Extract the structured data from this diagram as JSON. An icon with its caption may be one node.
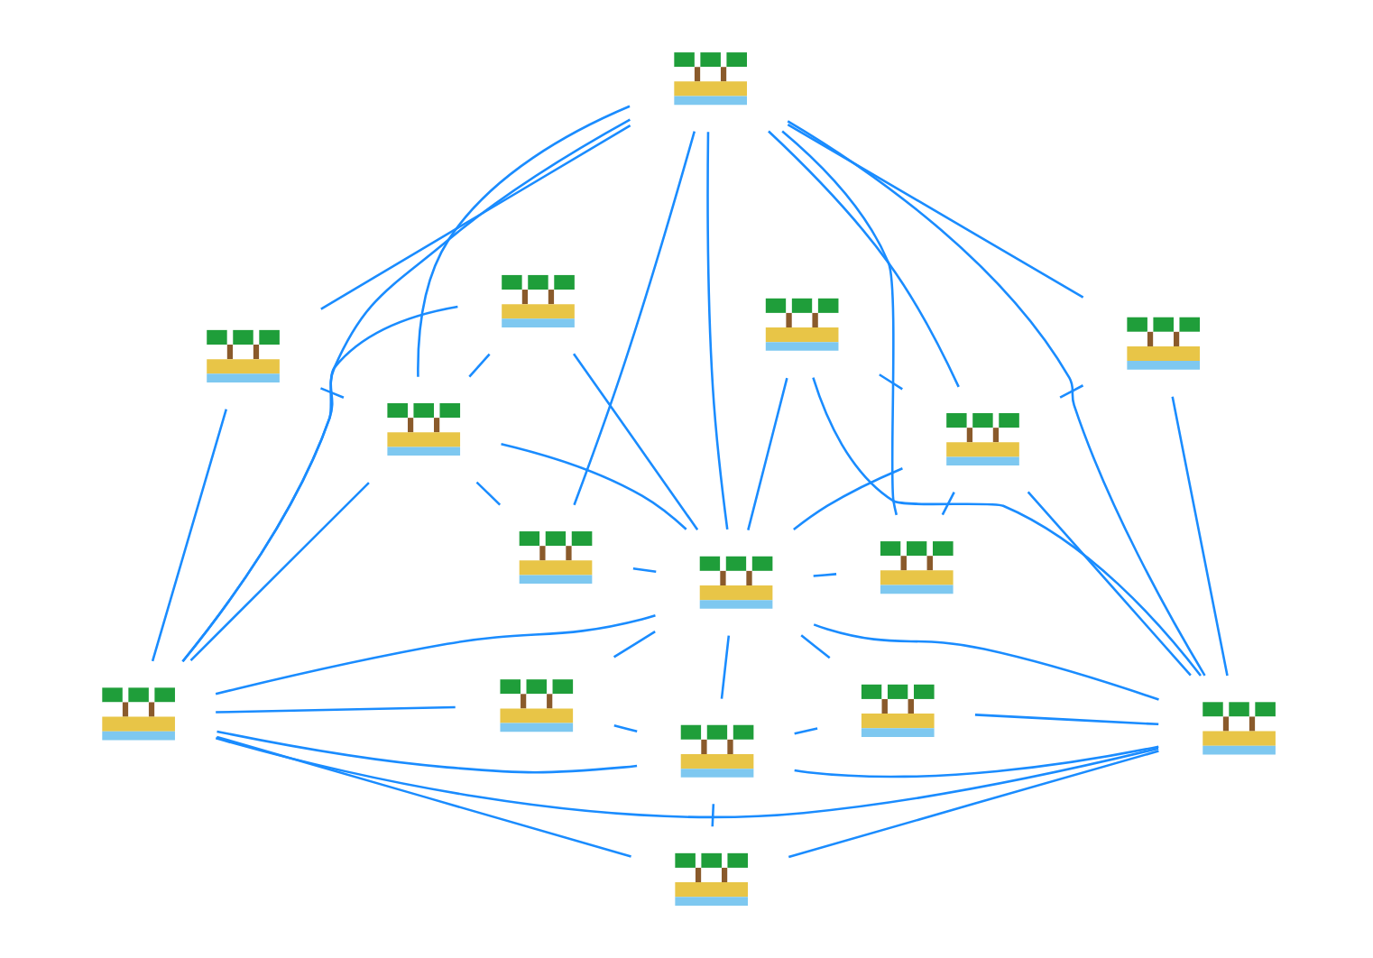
{
  "diagram": {
    "nodes": [
      {
        "text": [],
        "shape": "picture"
      },
      {
        "text": [],
        "shape": "picture"
      },
      {
        "text": [],
        "shape": "picture"
      },
      {
        "text": [],
        "shape": "picture"
      },
      {
        "text": [],
        "shape": "picture"
      },
      {
        "text": [],
        "shape": "picture"
      },
      {
        "text": [],
        "shape": "picture"
      },
      {
        "text": [],
        "shape": "picture"
      },
      {
        "text": [],
        "shape": "picture"
      },
      {
        "text": [],
        "shape": "picture"
      },
      {
        "text": [],
        "shape": "picture"
      },
      {
        "text": [],
        "shape": "picture"
      },
      {
        "text": [],
        "shape": "picture"
      },
      {
        "text": [],
        "shape": "picture"
      },
      {
        "text": [],
        "shape": "picture"
      },
      {
        "text": [],
        "shape": "picture"
      }
    ],
    "edges": [
      {
        "from": 0,
        "to": 1,
        "arrow": "none"
      },
      {
        "from": 0,
        "to": 2,
        "arrow": "none"
      },
      {
        "from": 0,
        "to": 3,
        "arrow": "none"
      },
      {
        "from": 0,
        "to": 4,
        "arrow": "none"
      },
      {
        "from": 0,
        "to": 6,
        "arrow": "none"
      },
      {
        "from": 0,
        "to": 7,
        "arrow": "none"
      },
      {
        "from": 0,
        "to": 9,
        "arrow": "none"
      },
      {
        "from": 0,
        "to": 11,
        "arrow": "none"
      },
      {
        "from": 0,
        "to": 15,
        "arrow": "none"
      },
      {
        "from": 1,
        "to": 2,
        "arrow": "none"
      },
      {
        "from": 1,
        "to": 3,
        "arrow": "none"
      },
      {
        "from": 1,
        "to": 5,
        "arrow": "none"
      },
      {
        "from": 1,
        "to": 7,
        "arrow": "none"
      },
      {
        "from": 1,
        "to": 8,
        "arrow": "none"
      },
      {
        "from": 1,
        "to": 10,
        "arrow": "none"
      },
      {
        "from": 1,
        "to": 14,
        "arrow": "none"
      },
      {
        "from": 1,
        "to": 15,
        "arrow": "none"
      },
      {
        "from": 2,
        "to": 3,
        "arrow": "none"
      },
      {
        "from": 3,
        "to": 4,
        "arrow": "none"
      },
      {
        "from": 3,
        "to": 5,
        "arrow": "none"
      },
      {
        "from": 3,
        "to": 7,
        "arrow": "none"
      },
      {
        "from": 4,
        "to": 7,
        "arrow": "none"
      },
      {
        "from": 5,
        "to": 7,
        "arrow": "none"
      },
      {
        "from": 6,
        "to": 7,
        "arrow": "none"
      },
      {
        "from": 6,
        "to": 9,
        "arrow": "none"
      },
      {
        "from": 7,
        "to": 8,
        "arrow": "none"
      },
      {
        "from": 7,
        "to": 9,
        "arrow": "none"
      },
      {
        "from": 7,
        "to": 10,
        "arrow": "none"
      },
      {
        "from": 7,
        "to": 12,
        "arrow": "none"
      },
      {
        "from": 7,
        "to": 13,
        "arrow": "none"
      },
      {
        "from": 7,
        "to": 15,
        "arrow": "none"
      },
      {
        "from": 8,
        "to": 10,
        "arrow": "none"
      },
      {
        "from": 9,
        "to": 11,
        "arrow": "none"
      },
      {
        "from": 9,
        "to": 12,
        "arrow": "none"
      },
      {
        "from": 9,
        "to": 15,
        "arrow": "none"
      },
      {
        "from": 10,
        "to": 13,
        "arrow": "none"
      },
      {
        "from": 10,
        "to": 14,
        "arrow": "none"
      },
      {
        "from": 10,
        "to": 15,
        "arrow": "none"
      },
      {
        "from": 11,
        "to": 15,
        "arrow": "none"
      },
      {
        "from": 12,
        "to": 15,
        "arrow": "none"
      },
      {
        "from": 13,
        "to": 15,
        "arrow": "none"
      },
      {
        "from": 14,
        "to": 15,
        "arrow": "none"
      }
    ]
  }
}
